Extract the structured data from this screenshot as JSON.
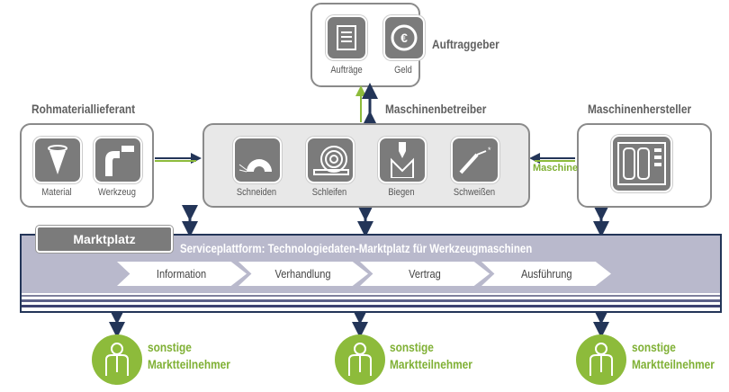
{
  "auftraggeber": {
    "title": "Auftraggeber",
    "items": [
      {
        "label": "Aufträge",
        "icon": "document-icon"
      },
      {
        "label": "Geld",
        "icon": "euro-coin-icon"
      }
    ]
  },
  "betreiber": {
    "title": "Maschinenbetreiber",
    "items": [
      {
        "label": "Schneiden",
        "icon": "saw-icon"
      },
      {
        "label": "Schleifen",
        "icon": "grinding-wheel-icon"
      },
      {
        "label": "Biegen",
        "icon": "press-brake-icon"
      },
      {
        "label": "Schweißen",
        "icon": "welding-torch-icon"
      }
    ]
  },
  "lieferant": {
    "title": "Rohmateriallieferant",
    "items": [
      {
        "label": "Material",
        "icon": "cone-icon"
      },
      {
        "label": "Werkzeug",
        "icon": "pipe-icon"
      }
    ]
  },
  "hersteller": {
    "title": "Maschinenhersteller",
    "arrow_label": "Maschine",
    "icon": "machine-icon"
  },
  "marktplatz": {
    "tab": "Marktplatz",
    "title": "Serviceplattform: Technologiedaten-Marktplatz für Werkzeugmaschinen",
    "steps": [
      "Information",
      "Verhandlung",
      "Vertrag",
      "Ausführung"
    ]
  },
  "participants": [
    {
      "line1": "sonstige",
      "line2": "Marktteilnehmer"
    },
    {
      "line1": "sonstige",
      "line2": "Marktteilnehmer"
    },
    {
      "line1": "sonstige",
      "line2": "Marktteilnehmer"
    }
  ],
  "colors": {
    "green": "#8dbb3b",
    "navy": "#233558",
    "grey": "#7b7b7b",
    "platform": "#b9b9cc"
  }
}
